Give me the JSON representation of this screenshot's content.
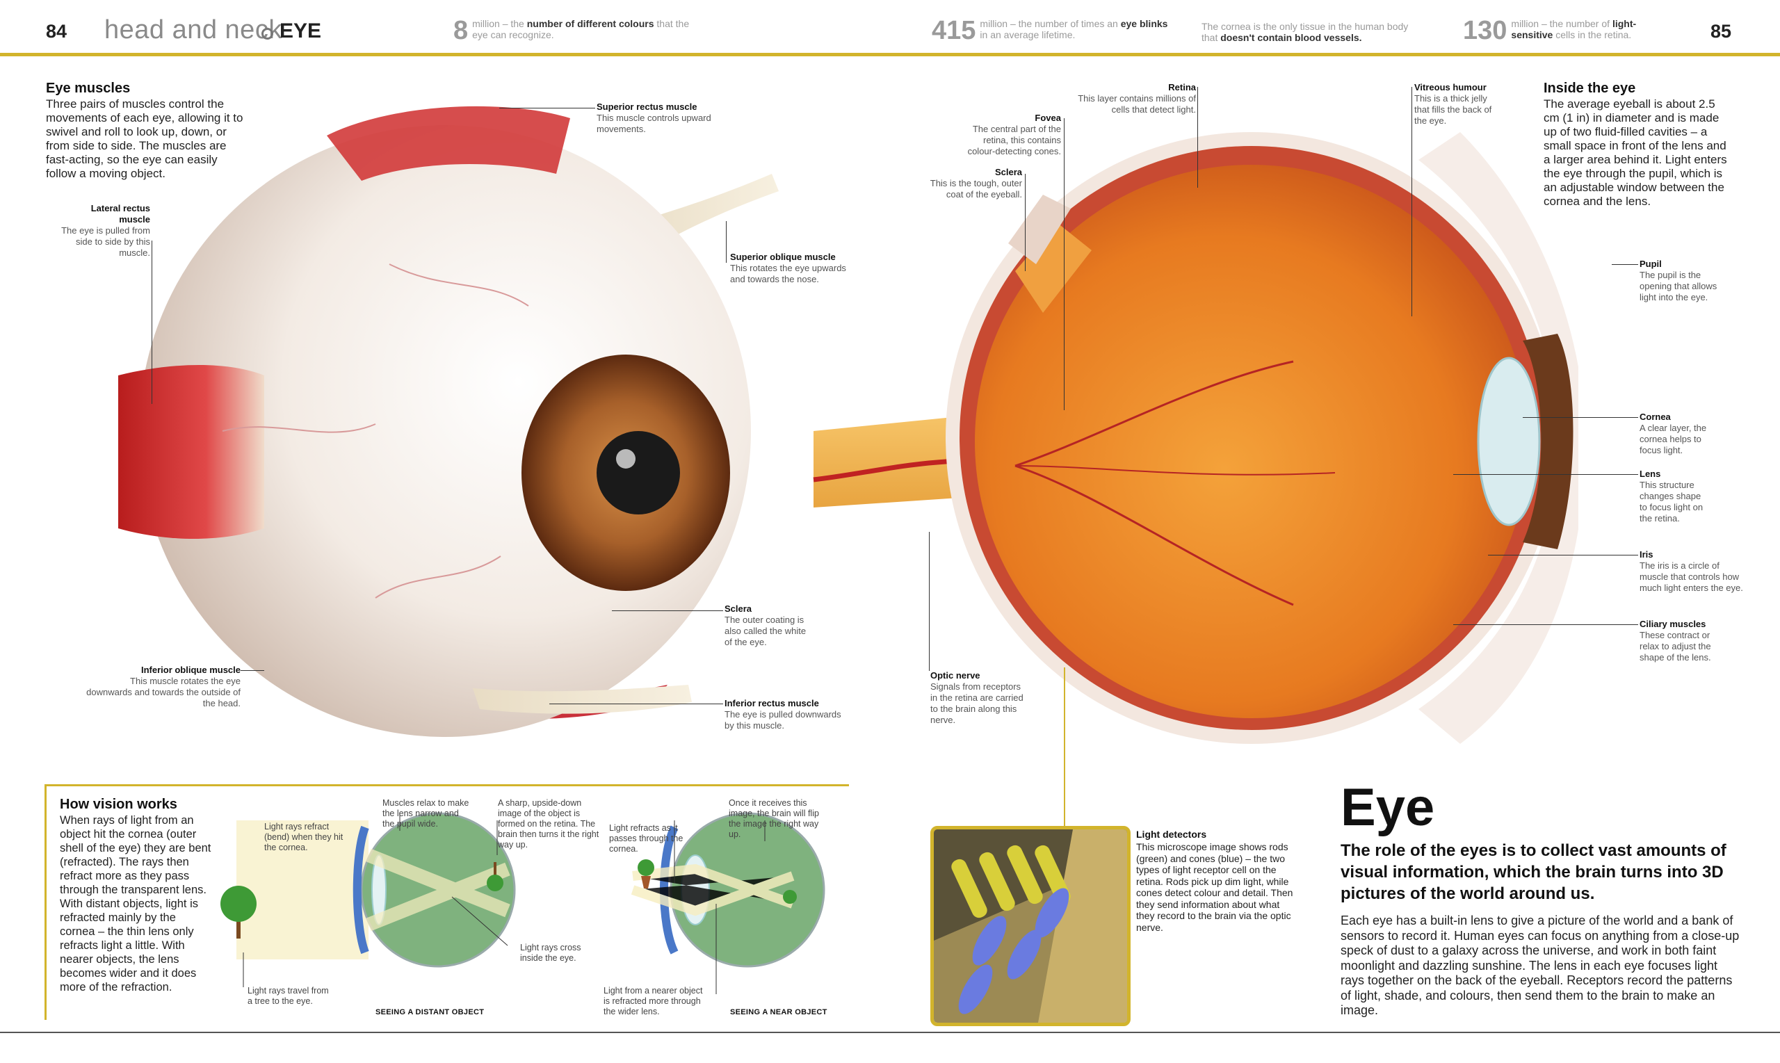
{
  "header": {
    "page_left": "84",
    "section": "head and neck",
    "topic": "EYE",
    "page_right": "85",
    "stats": [
      {
        "num": "8",
        "pre": "million – the ",
        "bold": "number of different colours",
        "post": " that the eye can recognize."
      },
      {
        "num": "415",
        "pre": "million – the number of times an ",
        "bold": "eye blinks",
        "post": " in an average lifetime."
      },
      {
        "num": "130",
        "pre": "million – the number of ",
        "bold": "light-sensitive",
        "post": " cells in the retina."
      }
    ],
    "fact": {
      "pre": "The cornea is the only tissue in the human body that ",
      "bold": "doesn't contain blood vessels."
    }
  },
  "eye_muscles": {
    "title": "Eye muscles",
    "text": "Three pairs of muscles control the movements of each eye, allowing it to swivel and roll to look up, down, or from side to side. The muscles are fast-acting, so the eye can easily follow a moving object.",
    "labels": {
      "lateral": {
        "title": "Lateral rectus muscle",
        "text": "The eye is pulled from side to side by this muscle."
      },
      "superior_rectus": {
        "title": "Superior rectus muscle",
        "text": "This muscle controls upward movements."
      },
      "superior_oblique": {
        "title": "Superior oblique muscle",
        "text": "This rotates the eye upwards and towards the nose."
      },
      "sclera": {
        "title": "Sclera",
        "text": "The outer coating is also called the white of the eye."
      },
      "inferior_oblique": {
        "title": "Inferior oblique muscle",
        "text": "This muscle rotates the eye downwards and towards the outside of the head."
      },
      "inferior_rectus": {
        "title": "Inferior rectus muscle",
        "text": "The eye is pulled downwards by this muscle."
      }
    }
  },
  "inside": {
    "title": "Inside the eye",
    "text": "The average eyeball is about 2.5 cm (1 in) in diameter and is made up of two fluid-filled cavities – a small space in front of the lens and a larger area behind it. Light enters the eye through the pupil, which is an adjustable window between the cornea and the lens.",
    "labels": {
      "retina": {
        "title": "Retina",
        "text": "This layer contains millions of cells that detect light."
      },
      "fovea": {
        "title": "Fovea",
        "text": "The central part of the retina, this contains colour-detecting cones."
      },
      "sclera": {
        "title": "Sclera",
        "text": "This is the tough, outer coat of the eyeball."
      },
      "vitreous": {
        "title": "Vitreous humour",
        "text": "This is a thick jelly that fills the back of the eye."
      },
      "pupil": {
        "title": "Pupil",
        "text": "The pupil is the opening that allows light into the eye."
      },
      "cornea": {
        "title": "Cornea",
        "text": "A clear layer, the cornea helps to focus light."
      },
      "lens": {
        "title": "Lens",
        "text": "This structure changes shape to focus light on the retina."
      },
      "iris": {
        "title": "Iris",
        "text": "The iris is a circle of muscle that controls how much light enters the eye."
      },
      "ciliary": {
        "title": "Ciliary muscles",
        "text": "These contract or relax to adjust the shape of the lens."
      },
      "optic": {
        "title": "Optic nerve",
        "text": "Signals from receptors in the retina are carried to the brain along this nerve."
      }
    }
  },
  "vision": {
    "title": "How vision works",
    "text": "When rays of light from an object hit the cornea (outer shell of the eye) they are bent (refracted). The rays then refract more as they pass through the transparent lens. With distant objects, light is refracted mainly by the cornea – the thin lens only refracts light a little. With nearer objects, the lens becomes wider and it does more of the refraction.",
    "d1": {
      "refract": "Light rays refract (bend) when they hit the cornea.",
      "relax": "Muscles relax to make the lens narrow and the pupil wide.",
      "image": "A sharp, upside-down image of the object is formed on the retina. The brain then turns it the right way up.",
      "cross": "Light rays cross inside the eye.",
      "travel": "Light rays travel from a tree to the eye.",
      "caption": "SEEING A DISTANT OBJECT"
    },
    "d2": {
      "refract": "Light refracts as it passes through the cornea.",
      "flip": "Once it receives this image, the brain will flip the image the right way up.",
      "near": "Light from a nearer object is refracted more through the wider lens.",
      "caption": "SEEING A NEAR OBJECT"
    }
  },
  "detectors": {
    "title": "Light detectors",
    "text": "This microscope image shows rods (green) and cones (blue) – the two types of light receptor cell on the retina. Rods pick up dim light, while cones detect colour and detail. Then they send information about what they record to the brain via the optic nerve."
  },
  "eye": {
    "title": "Eye",
    "subtitle": "The role of the eyes is to collect vast amounts of visual information, which the brain turns into 3D pictures of the world around us.",
    "text": "Each eye has a built-in lens to give a picture of the world and a bank of sensors to record it. Human eyes can focus on anything from a close-up speck of dust to a galaxy across the universe, and work in both faint moonlight and dazzling sunshine. The lens in each eye focuses light rays together on the back of the eyeball. Receptors record the patterns of light, shade, and colours, then send them to the brain to make an image."
  }
}
